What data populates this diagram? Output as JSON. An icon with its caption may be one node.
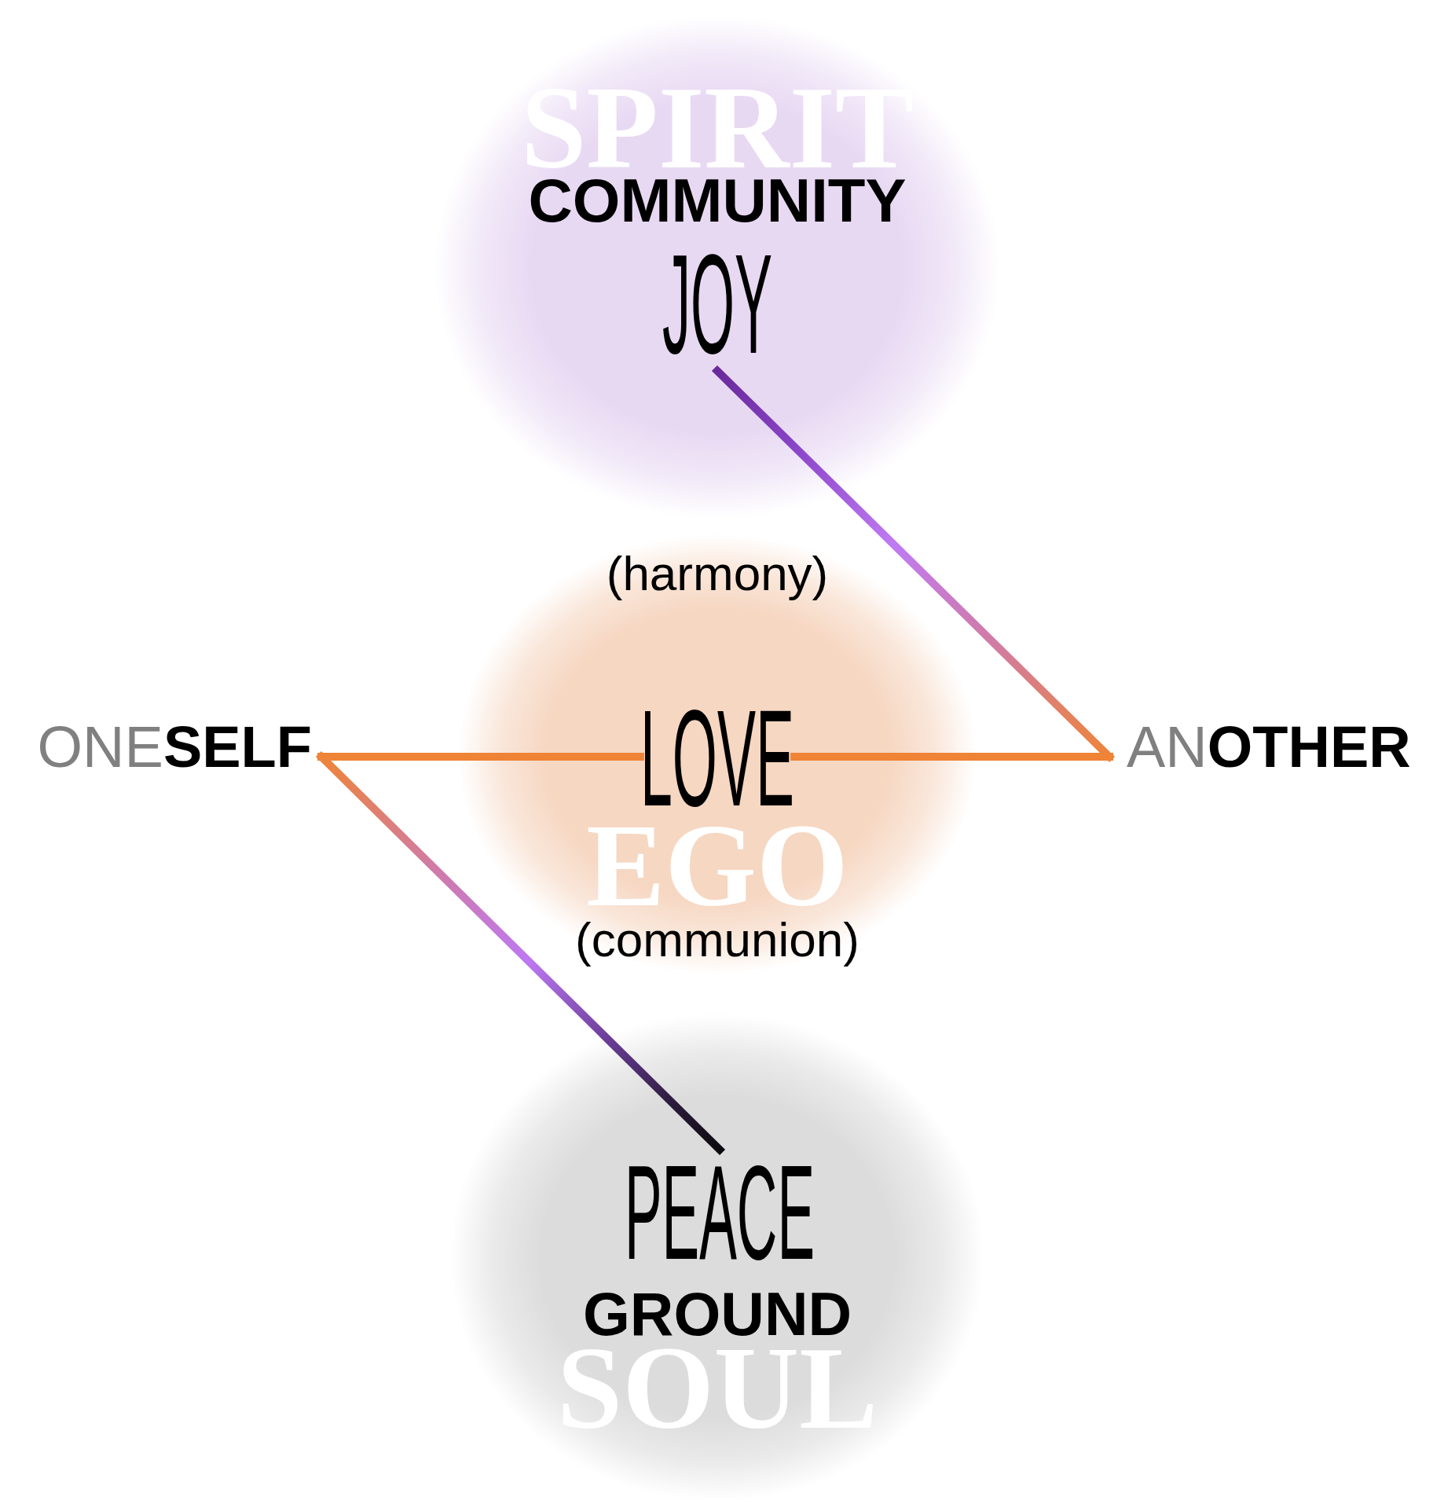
{
  "diagram": {
    "nodes": [
      {
        "text": [
          "SPIRIT",
          "COMMUNITY"
        ]
      },
      {
        "text": [
          "JOY"
        ],
        "in": 0
      },
      {
        "text": [
          "ONE**SELF**"
        ]
      },
      {
        "text": [
          "EGO"
        ]
      },
      {
        "text": [
          "LOVE"
        ],
        "in": 3
      },
      {
        "text": [
          "AN**OTHER**"
        ]
      },
      {
        "text": [
          "GROUND",
          "SOUL"
        ]
      },
      {
        "text": [
          "PEACE"
        ],
        "in": 6
      }
    ],
    "edges": [
      {
        "from": 1,
        "to": 5,
        "arrow": "none"
      },
      {
        "from": 5,
        "to": 4,
        "arrow": "none",
        "color": "#ef8336"
      },
      {
        "from": 4,
        "to": 2,
        "arrow": "none",
        "color": "#ef8336"
      },
      {
        "from": 2,
        "to": 7,
        "arrow": "none"
      }
    ],
    "labels": [
      "(harmony)",
      "(communion)"
    ]
  }
}
